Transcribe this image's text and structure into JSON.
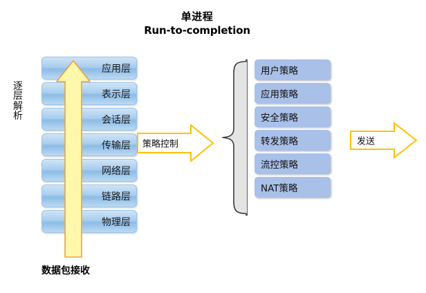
{
  "title": {
    "line_cn": "单进程",
    "line_en": "Run-to-completion"
  },
  "osi_stack": {
    "caption": "数据包接收",
    "layers": [
      {
        "label": "应用层"
      },
      {
        "label": "表示层"
      },
      {
        "label": "会话层"
      },
      {
        "label": "传输层"
      },
      {
        "label": "网络层"
      },
      {
        "label": "链路层"
      },
      {
        "label": "物理层"
      }
    ],
    "up_arrow": {
      "label": "逐层解析",
      "chars": [
        "逐",
        "层",
        "解",
        "析"
      ],
      "fill": "#FFF7AA",
      "stroke": "#E8A33D"
    }
  },
  "arrows": [
    {
      "id": "policy-control",
      "label": "策略控制",
      "fill": "#FFFFFF",
      "stroke": "#FFC000"
    },
    {
      "id": "send",
      "label": "发送",
      "fill": "#FFFFFF",
      "stroke": "#FFC000"
    }
  ],
  "brace": {
    "fill": "#E4E4E4",
    "stroke": "#3A3A3A"
  },
  "policies": {
    "items": [
      {
        "label": "用户策略"
      },
      {
        "label": "应用策略"
      },
      {
        "label": "安全策略"
      },
      {
        "label": "转发策略"
      },
      {
        "label": "流控策略"
      },
      {
        "label": "NAT策略"
      }
    ],
    "fill": "#A9C0E8"
  },
  "colors": {
    "background": "#FFFFFF",
    "layer_blue": "#A8CDEE",
    "policy_blue": "#A9C0E8",
    "arrow_gold": "#FFC000",
    "arrow_yellow_fill": "#FFF7AA"
  }
}
